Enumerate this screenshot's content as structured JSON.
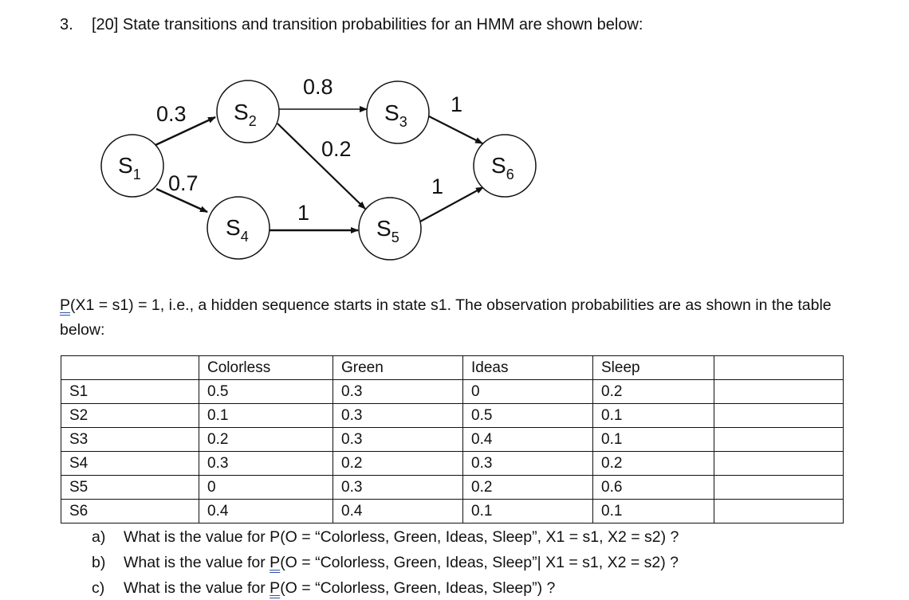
{
  "question": {
    "number": "3.",
    "text": "[20] State transitions and transition probabilities for an HMM are shown below:"
  },
  "diagram": {
    "states": [
      {
        "id": "S1",
        "label": "S",
        "sub": "1"
      },
      {
        "id": "S2",
        "label": "S",
        "sub": "2"
      },
      {
        "id": "S3",
        "label": "S",
        "sub": "3"
      },
      {
        "id": "S4",
        "label": "S",
        "sub": "4"
      },
      {
        "id": "S5",
        "label": "S",
        "sub": "5"
      },
      {
        "id": "S6",
        "label": "S",
        "sub": "6"
      }
    ],
    "transitions": [
      {
        "from": "S1",
        "to": "S2",
        "prob": "0.3"
      },
      {
        "from": "S1",
        "to": "S4",
        "prob": "0.7"
      },
      {
        "from": "S2",
        "to": "S3",
        "prob": "0.8"
      },
      {
        "from": "S2",
        "to": "S5",
        "prob": "0.2"
      },
      {
        "from": "S4",
        "to": "S5",
        "prob": "1"
      },
      {
        "from": "S3",
        "to": "S6",
        "prob": "1"
      },
      {
        "from": "S5",
        "to": "S6",
        "prob": "1"
      }
    ]
  },
  "intro": {
    "underlined_prefix": "P",
    "text": "(X1 = s1) = 1, i.e., a hidden sequence starts in state s1. The observation probabilities are as shown in the table below:"
  },
  "table": {
    "headers": [
      "",
      "Colorless",
      "Green",
      "Ideas",
      "Sleep",
      ""
    ],
    "rows": [
      [
        "S1",
        "0.5",
        "0.3",
        "0",
        "0.2",
        ""
      ],
      [
        "S2",
        "0.1",
        "0.3",
        "0.5",
        "0.1",
        ""
      ],
      [
        "S3",
        "0.2",
        "0.3",
        "0.4",
        "0.1",
        ""
      ],
      [
        "S4",
        "0.3",
        "0.2",
        "0.3",
        "0.2",
        ""
      ],
      [
        "S5",
        "0",
        "0.3",
        "0.2",
        "0.6",
        ""
      ],
      [
        "S6",
        "0.4",
        "0.4",
        "0.1",
        "0.1",
        ""
      ]
    ]
  },
  "subquestions": [
    {
      "letter": "a)",
      "prefix": "What is the value for ",
      "p": "P",
      "rest": "(O = “Colorless, Green, Ideas, Sleep”, X1 = s1, X2 = s2) ?"
    },
    {
      "letter": "b)",
      "prefix": "What is the value for ",
      "p": "P",
      "rest": "(O = “Colorless, Green, Ideas, Sleep”| X1 = s1, X2 = s2) ?"
    },
    {
      "letter": "c)",
      "prefix": "What is the value for ",
      "p": "P",
      "rest": "(O = “Colorless, Green, Ideas, Sleep”) ?"
    }
  ]
}
